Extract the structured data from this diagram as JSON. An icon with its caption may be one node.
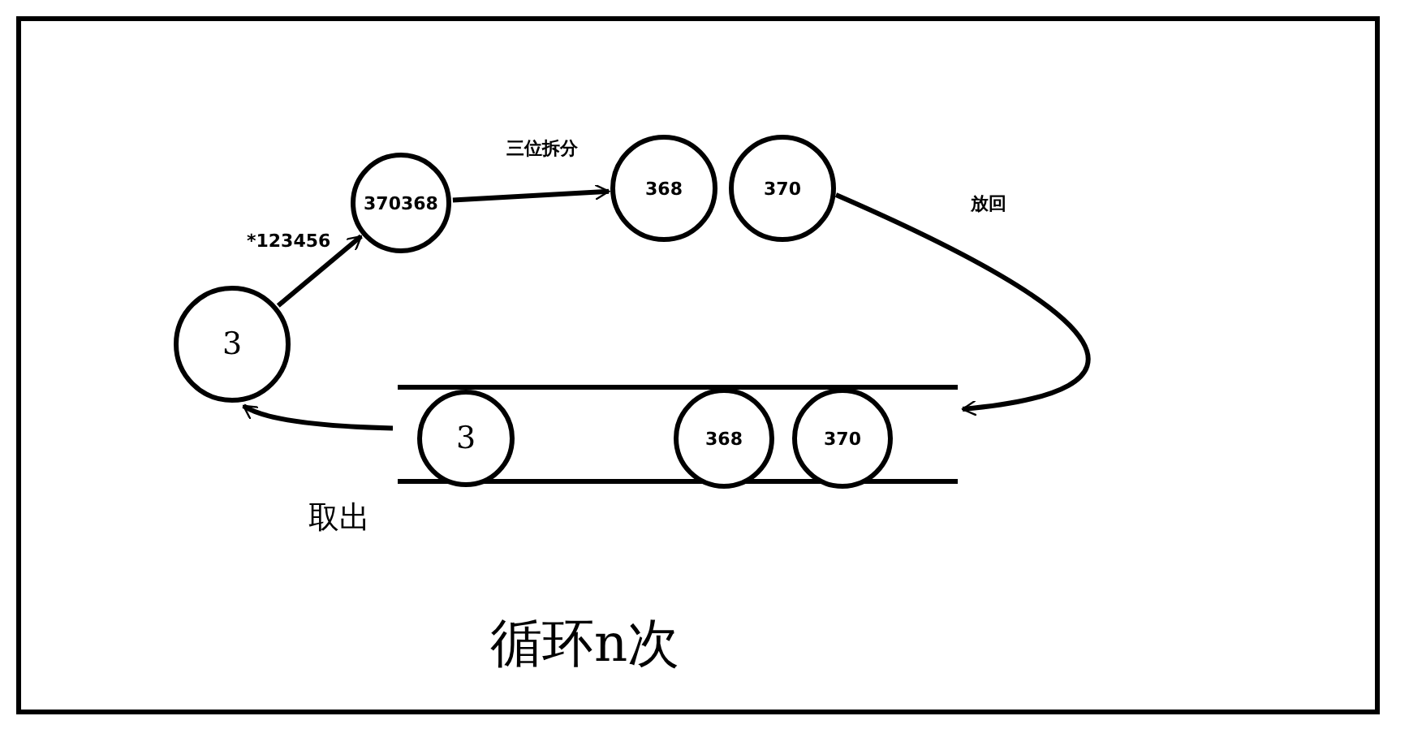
{
  "diagram": {
    "nodes": [
      {
        "text": [
          "3"
        ]
      },
      {
        "text": [
          "370368"
        ]
      },
      {
        "text": [
          "368"
        ]
      },
      {
        "text": [
          "370"
        ]
      },
      {
        "text": [],
        "shape": "bar"
      },
      {
        "text": [
          "3"
        ],
        "in": 4
      },
      {
        "text": [
          "368"
        ],
        "in": 4
      },
      {
        "text": [
          "370"
        ],
        "in": 4
      }
    ],
    "edges": [
      {
        "from": 0,
        "to": 1,
        "arrow": "to",
        "label": "*123456"
      },
      {
        "from": 1,
        "to": 2,
        "arrow": "to",
        "label": "三位拆分"
      },
      {
        "from": 3,
        "to": 4,
        "arrow": "to",
        "label": "放回"
      },
      {
        "from": 4,
        "to": 0,
        "arrow": "to",
        "label": "取出"
      }
    ],
    "labels": [
      "循环n次"
    ]
  }
}
